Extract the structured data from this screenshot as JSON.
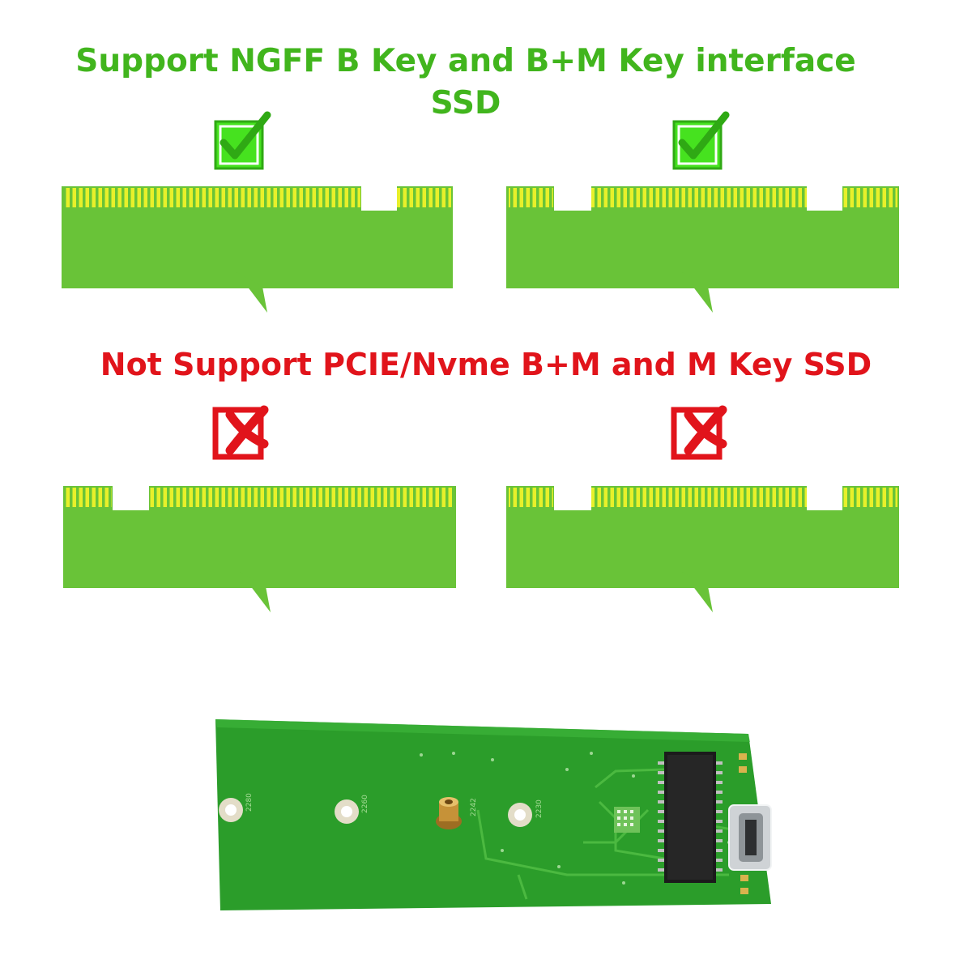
{
  "headings": {
    "supported": "Support NGFF B Key and B+M Key interface SSD",
    "not_supported": "Not Support PCIE/Nvme B+M and M Key SSD"
  },
  "colors": {
    "supported_text": "#41b51d",
    "not_supported_text": "#e1141b",
    "card_green": "#69c338",
    "pin_yellow": "#e8f02a",
    "check_green": "#46e21f",
    "cross_red": "#e1141b",
    "pcb_green": "#2b9d2a"
  },
  "diagrams": [
    {
      "id": "b-key",
      "status": "supported",
      "icon": "check-icon"
    },
    {
      "id": "b-m-key",
      "status": "supported",
      "icon": "check-icon"
    },
    {
      "id": "m-key-1",
      "status": "not_supported",
      "icon": "cross-icon"
    },
    {
      "id": "b-m-key-nvme",
      "status": "not_supported",
      "icon": "cross-icon"
    }
  ],
  "photo": {
    "silk_labels": [
      "2280",
      "2260",
      "2242",
      "2230"
    ]
  }
}
